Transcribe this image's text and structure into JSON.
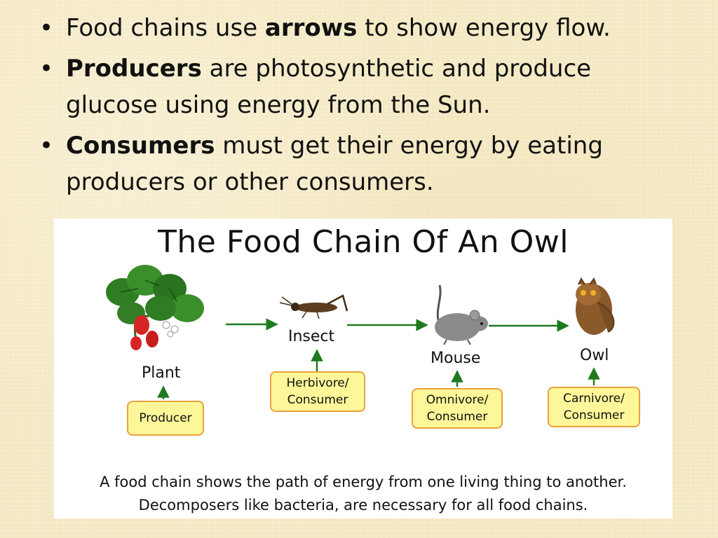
{
  "bullets": [
    {
      "before": "Food chains use ",
      "bold": "arrows",
      "after": " to show energy flow."
    },
    {
      "before": "",
      "bold": "Producers",
      "after": " are photosynthetic and produce glucose using energy from the Sun."
    },
    {
      "before": "",
      "bold": "Consumers",
      "after": " must get their energy by eating producers or other consumers."
    }
  ],
  "diagram": {
    "title": "The Food Chain Of An Owl",
    "organisms": [
      "Plant",
      "Insect",
      "Mouse",
      "Owl"
    ],
    "roles": {
      "plant": "Producer",
      "insect": [
        "Herbivore/",
        "Consumer"
      ],
      "mouse": [
        "Omnivore/",
        "Consumer"
      ],
      "owl": [
        "Carnivore/",
        "Consumer"
      ]
    },
    "caption": [
      "A food chain shows the path of energy from one living thing to another.",
      "Decomposers like bacteria, are necessary for all food chains."
    ]
  },
  "colors": {
    "arrow": "#1f7a1f",
    "box_fill": "#fdf79a",
    "box_border": "#e8a23a"
  },
  "icons": [
    "strawberry-plant-icon",
    "cricket-icon",
    "mouse-icon",
    "owl-icon"
  ]
}
